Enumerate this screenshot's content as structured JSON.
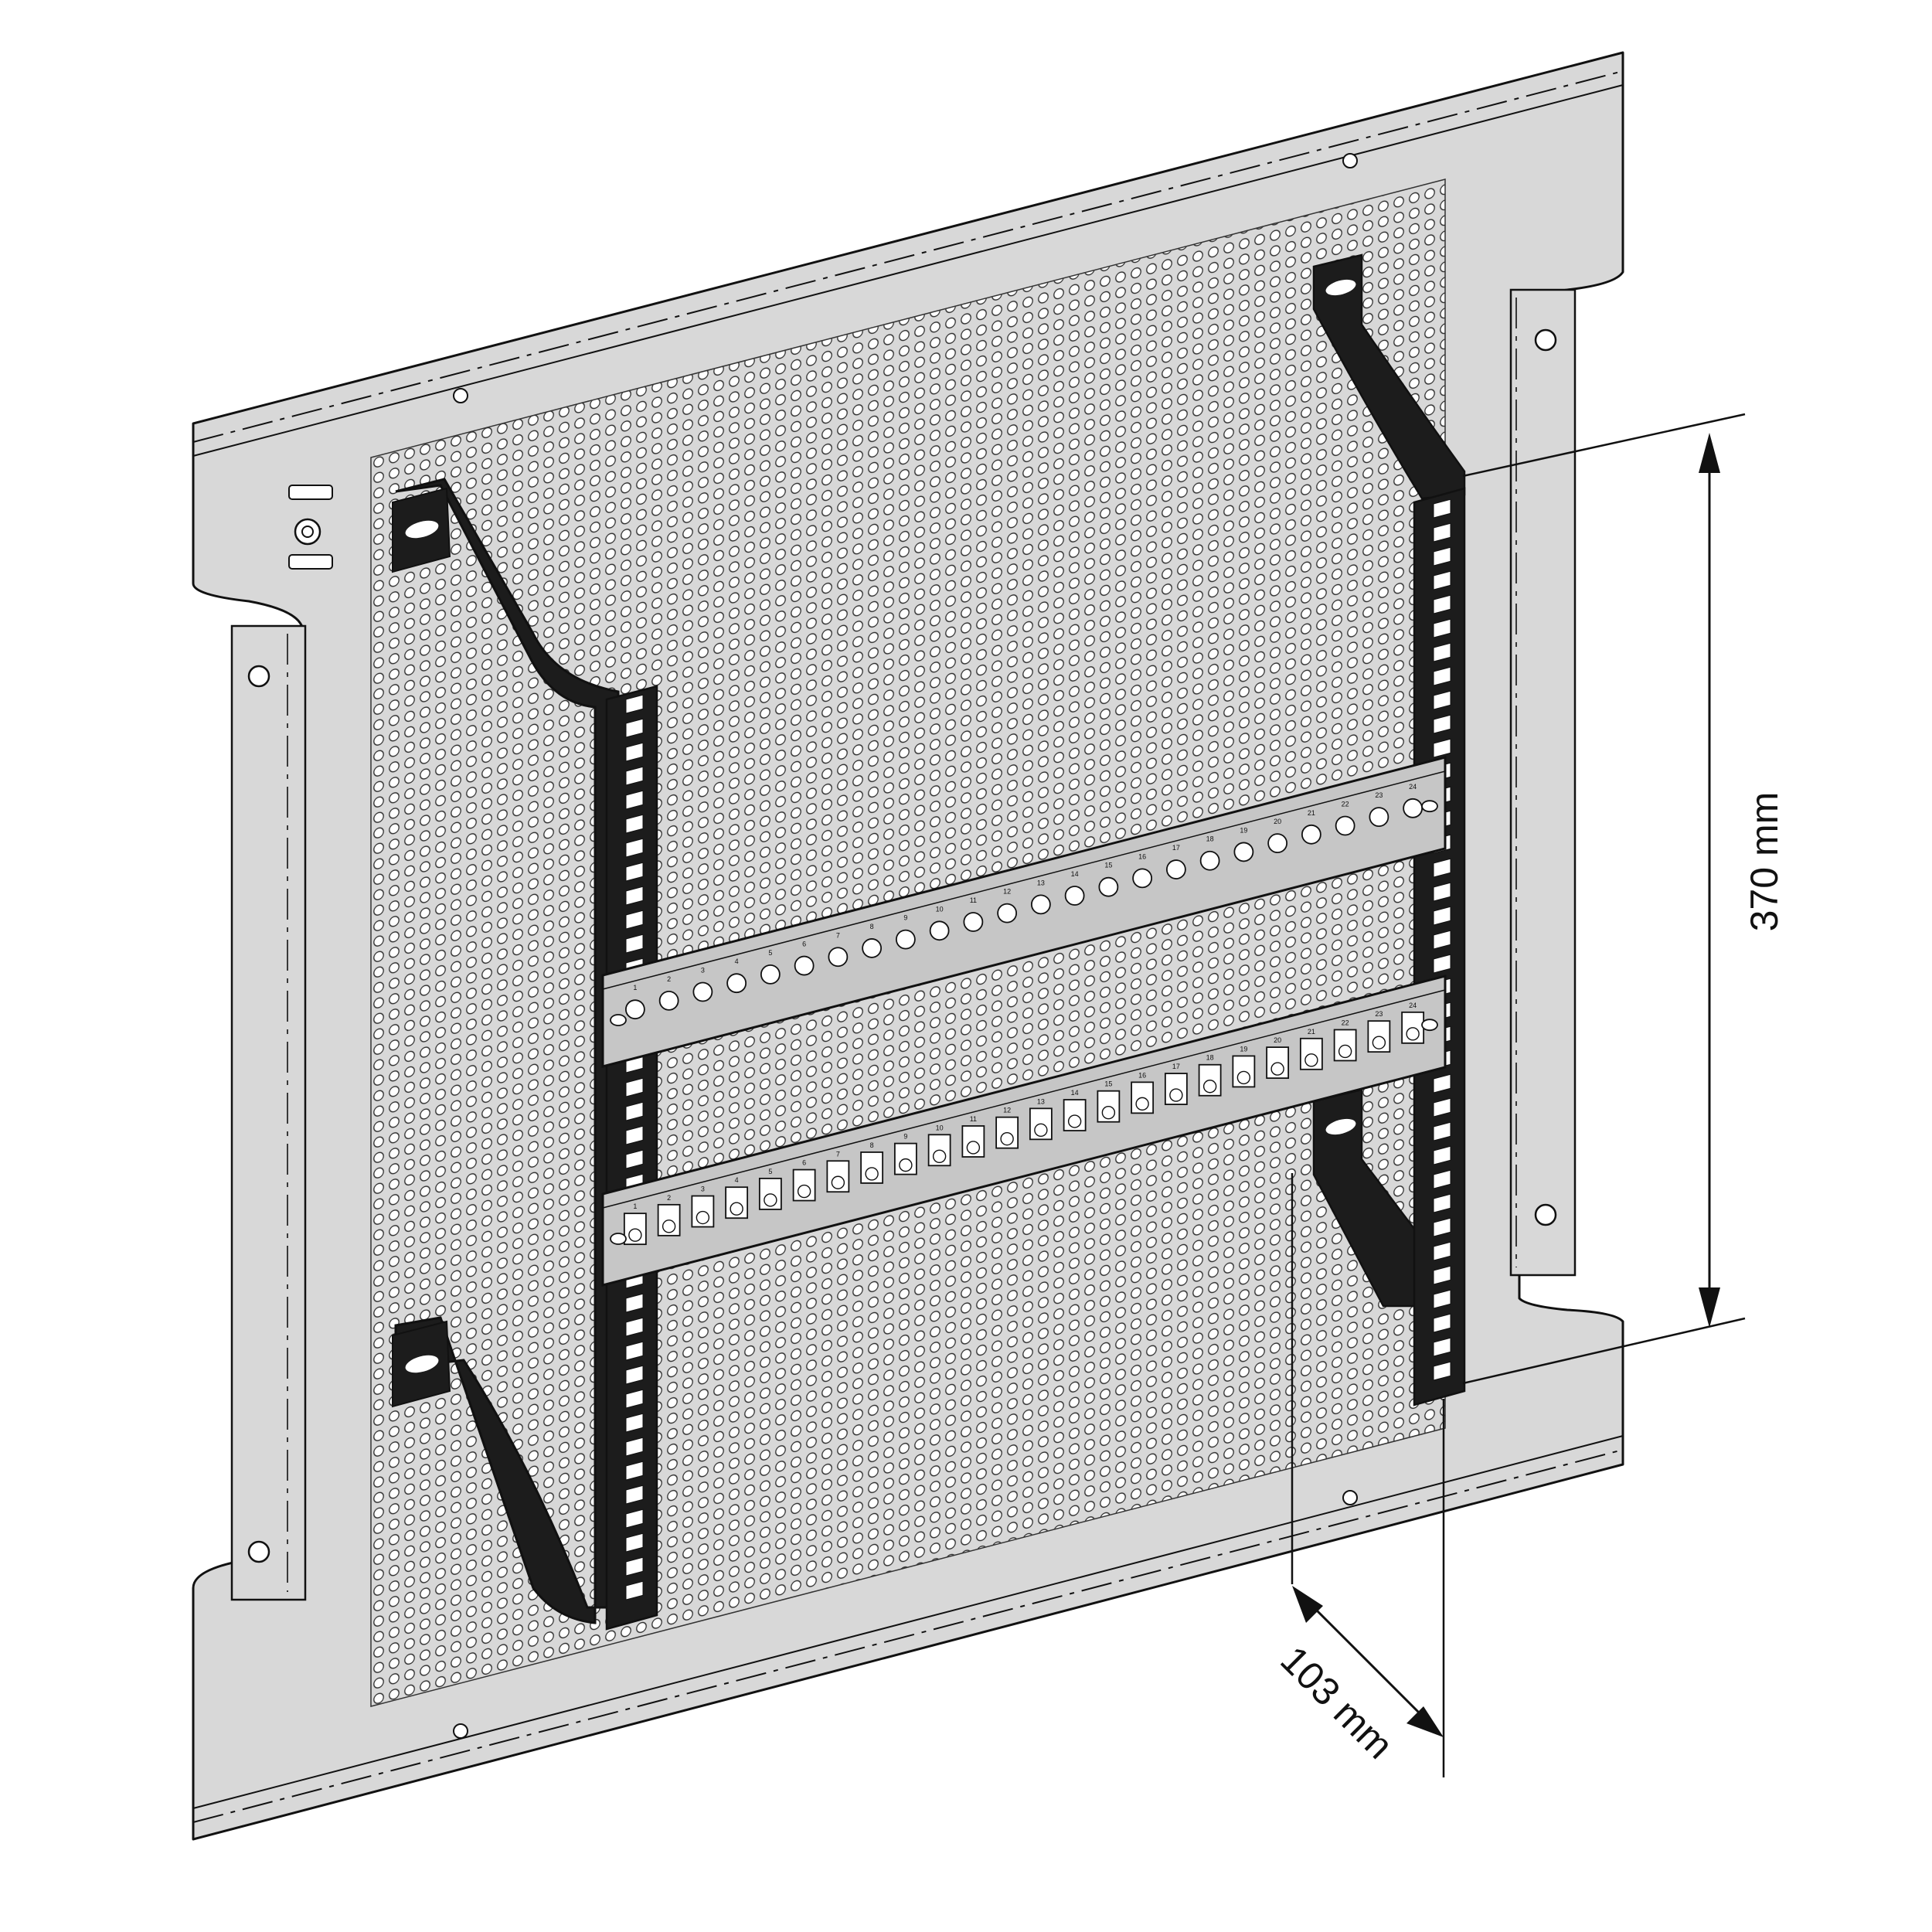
{
  "drawing": {
    "dimensions": {
      "height_label": "370 mm",
      "depth_label": "103 mm"
    },
    "patch_panels": [
      {
        "ports": [
          "1",
          "2",
          "3",
          "4",
          "5",
          "6",
          "7",
          "8",
          "9",
          "10",
          "11",
          "12",
          "13",
          "14",
          "15",
          "16",
          "17",
          "18",
          "19",
          "20",
          "21",
          "22",
          "23",
          "24"
        ]
      },
      {
        "ports": [
          "1",
          "2",
          "3",
          "4",
          "5",
          "6",
          "7",
          "8",
          "9",
          "10",
          "11",
          "12",
          "13",
          "14",
          "15",
          "16",
          "17",
          "18",
          "19",
          "20",
          "21",
          "22",
          "23",
          "24"
        ]
      }
    ],
    "colors": {
      "plate": "#d8d8d8",
      "bracket": "#1c1c1c",
      "panel": "#c6c6c6",
      "line": "#111111"
    }
  }
}
